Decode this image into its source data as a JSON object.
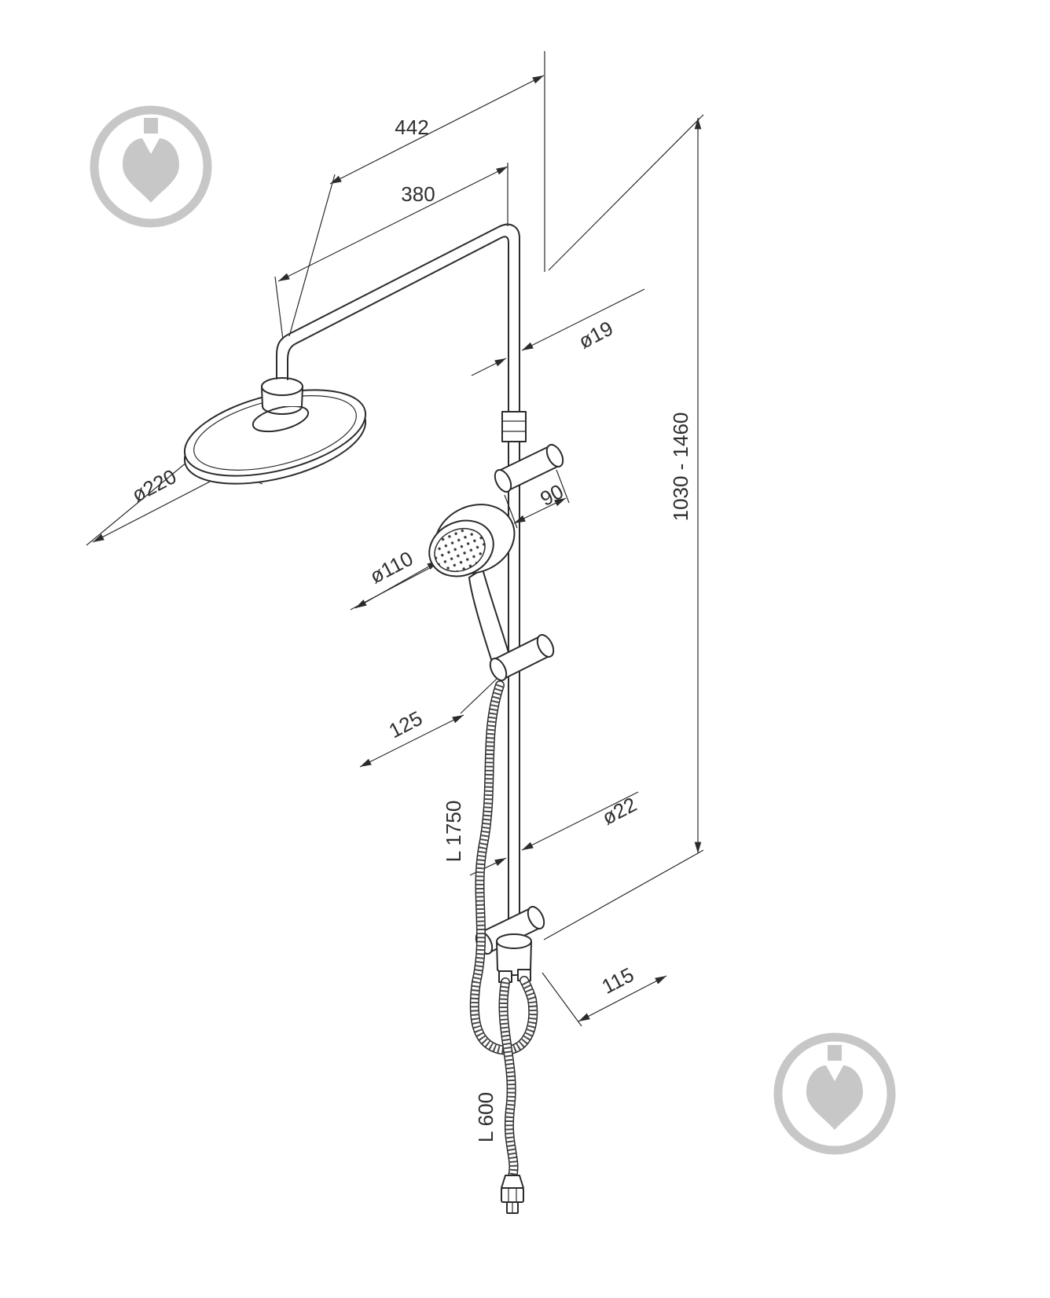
{
  "page": {
    "background_color": "#ffffff",
    "line_color": "#2b2b2b",
    "text_color": "#2f2f2f",
    "watermark_color": "#c7c7c7"
  },
  "drawing": {
    "name": "Shower column technical drawing",
    "dimensions": {
      "arm_projection": "442",
      "arm_length": "380",
      "riser_diameter": "ø19",
      "height_range": "1030 - 1460",
      "rain_head_diameter": "ø220",
      "upper_bracket_length": "90",
      "hand_shower_diameter": "ø110",
      "holder_offset": "125",
      "long_hose_length": "L 1750",
      "lower_pipe_diameter": "ø22",
      "lower_bracket_length": "115",
      "short_hose_length": "L 600"
    }
  }
}
